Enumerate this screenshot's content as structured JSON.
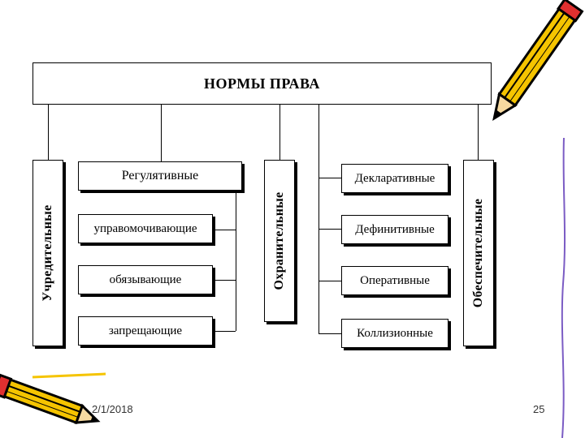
{
  "diagram": {
    "title": "НОРМЫ ПРАВА",
    "left_vertical": "Учредительные",
    "middle_vertical": "Охранительные",
    "right_vertical": "Обеспечительные",
    "regulative": {
      "header": "Регулятивные",
      "items": [
        "управомочивающие",
        "обязывающие",
        "запрещающие"
      ]
    },
    "right_items": [
      "Декларативные",
      "Дефинитивные",
      "Оперативные",
      "Коллизионные"
    ]
  },
  "footer": {
    "date": "2/1/2018",
    "page": "25"
  },
  "colors": {
    "pencil_body": "#f5c400",
    "pencil_outline": "#000000",
    "pencil_tip": "#e03030",
    "right_rule": "#7b5cc4"
  },
  "decorations": [
    "pencil-icon",
    "pencil-icon"
  ]
}
